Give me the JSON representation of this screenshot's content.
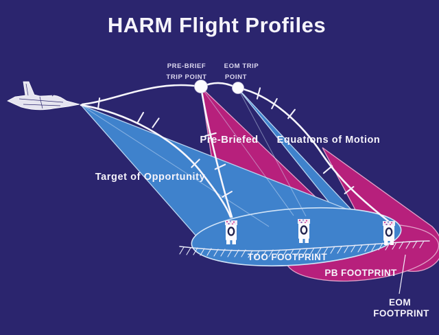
{
  "title": "HARM Flight Profiles",
  "colors": {
    "background": "#2b256e",
    "too_blue": "#3f82cc",
    "pb_magenta": "#b7207c",
    "trajectory_white": "#f7f6fc"
  },
  "trip_points": {
    "pre_brief": {
      "label_line1": "PRE-BRIEF",
      "label_line2": "TRIP POINT"
    },
    "eom": {
      "label_line1": "EOM TRIP",
      "label_line2": "POINT"
    }
  },
  "profiles": {
    "target_of_opportunity": "Target of Opportunity",
    "pre_briefed": "Pre-Briefed",
    "equations_of_motion": "Equations of Motion"
  },
  "footprints": {
    "too": "TOO FOOTPRINT",
    "pb": "PB FOOTPRINT",
    "eom_line1": "EOM",
    "eom_line2": "FOOTPRINT"
  }
}
